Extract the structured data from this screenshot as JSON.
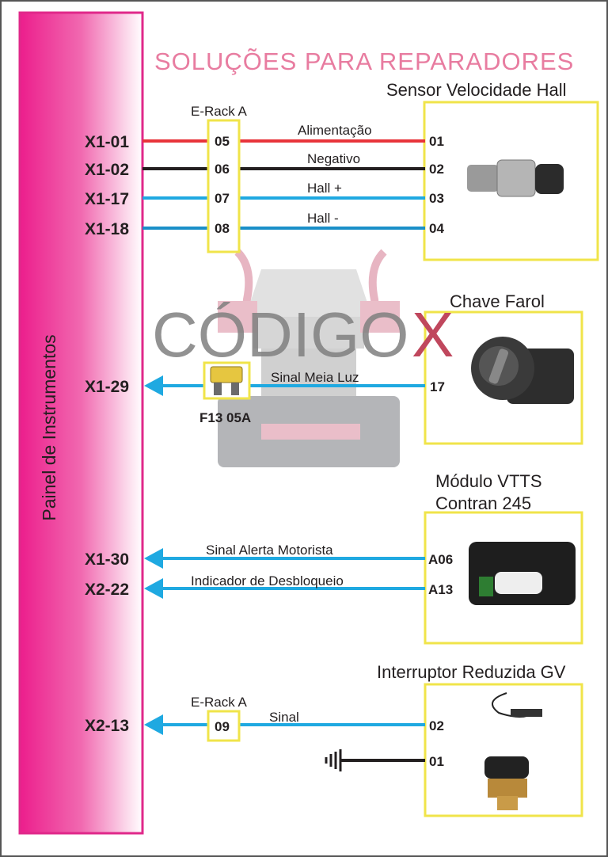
{
  "panel": {
    "label": "Painel de Instrumentos"
  },
  "colors": {
    "panel": "#e8218a",
    "box": "#f0e44a",
    "red": "#e8343a",
    "black": "#231f20",
    "blue": "#1fa9e1",
    "blue_dark": "#1a8fc8"
  },
  "watermark": {
    "brand": "CÓDIGO",
    "brand_x": "X",
    "tagline": "SOLUÇÕES PARA REPARADORES"
  },
  "sensor_hall": {
    "title": "Sensor Velocidade Hall",
    "erack_label": "E-Rack A",
    "wires": [
      {
        "connector": "X1-01",
        "erack": "05",
        "label": "Alimentação",
        "pin": "01",
        "color": "red"
      },
      {
        "connector": "X1-02",
        "erack": "06",
        "label": "Negativo",
        "pin": "02",
        "color": "black"
      },
      {
        "connector": "X1-17",
        "erack": "07",
        "label": "Hall +",
        "pin": "03",
        "color": "blue"
      },
      {
        "connector": "X1-18",
        "erack": "08",
        "label": "Hall -",
        "pin": "04",
        "color": "blue"
      }
    ]
  },
  "chave_farol": {
    "title": "Chave Farol",
    "wire": {
      "connector": "X1-29",
      "label": "Sinal Meia Luz",
      "pin": "17",
      "fuse": "F13 05A"
    }
  },
  "vtts": {
    "title_line1": "Módulo VTTS",
    "title_line2": "Contran 245",
    "wires": [
      {
        "connector": "X1-30",
        "label": "Sinal Alerta Motorista",
        "pin": "A06"
      },
      {
        "connector": "X2-22",
        "label": "Indicador de Desbloqueio",
        "pin": "A13"
      }
    ]
  },
  "reduzida": {
    "title": "Interruptor Reduzida GV",
    "erack_label": "E-Rack A",
    "wire": {
      "connector": "X2-13",
      "erack": "09",
      "label": "Sinal",
      "pin": "02"
    },
    "ground_pin": "01"
  }
}
